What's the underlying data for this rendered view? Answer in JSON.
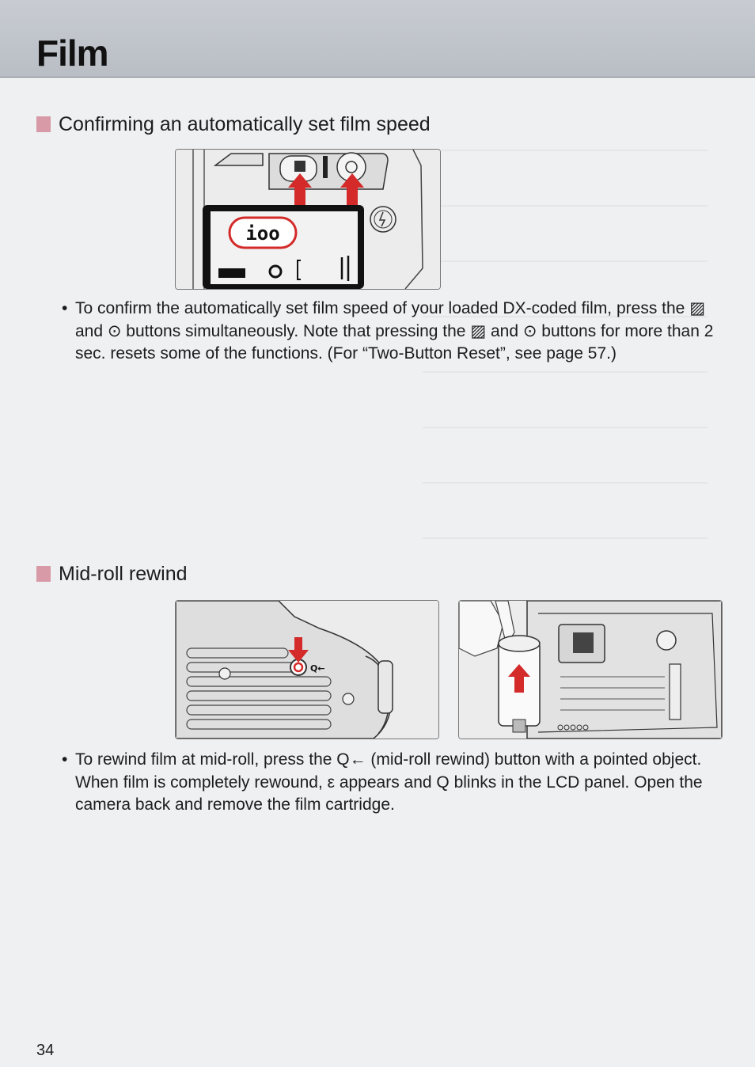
{
  "header": {
    "title": "Film"
  },
  "section1": {
    "heading": "Confirming an automatically set film speed",
    "lcd_value": "ioo",
    "bullet": "To confirm the automatically set film speed of your loaded DX-coded film, press the ▨ and ⊙ buttons simultaneously. Note that pressing the ▨ and ⊙ buttons for more than 2 sec. resets some of the functions. (For “Two-Button Reset”, see page 57.)"
  },
  "section2": {
    "heading": "Mid-roll rewind",
    "button_label": "Q←",
    "bullet": "To rewind film at mid-roll, press the Q← (mid-roll rewind) button with a pointed object. When film is completely rewound, ε appears and Q blinks in the LCD panel. Open the camera back and remove the film cartridge."
  },
  "footer": {
    "page_number": "34"
  },
  "colors": {
    "accent_red": "#d42a2a",
    "marker_pink": "#d99aa8",
    "header_gray": "#c3c7cd"
  }
}
